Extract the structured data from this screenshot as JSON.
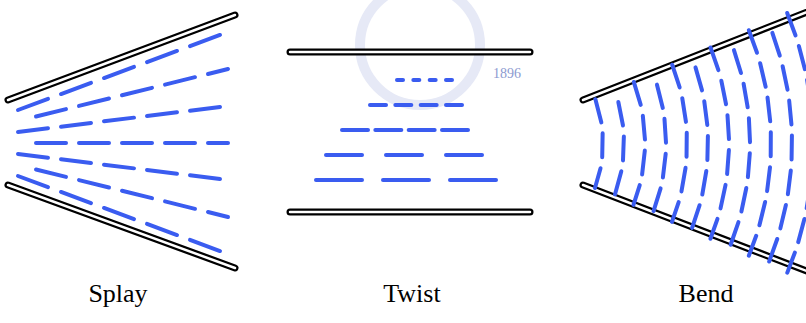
{
  "diagram": {
    "labels": [
      "Splay",
      "Twist",
      "Bend",
      "1896"
    ]
  }
}
